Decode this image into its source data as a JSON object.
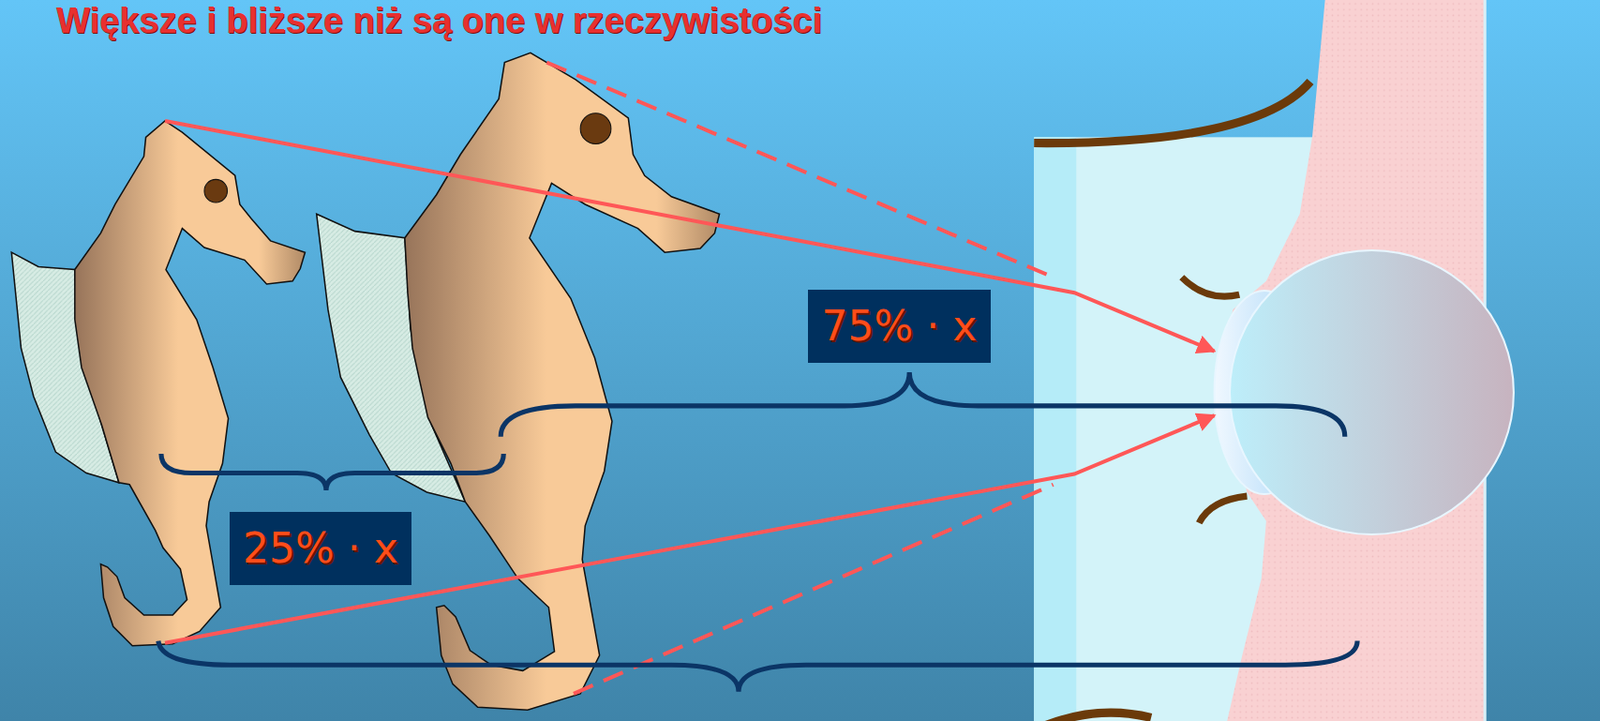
{
  "diagram": {
    "title": "Większe i bliższe niż są one w rzeczywistości",
    "nodes": [
      {
        "text": [
          "75% · x"
        ]
      },
      {
        "text": [
          "25% · x"
        ]
      }
    ]
  }
}
